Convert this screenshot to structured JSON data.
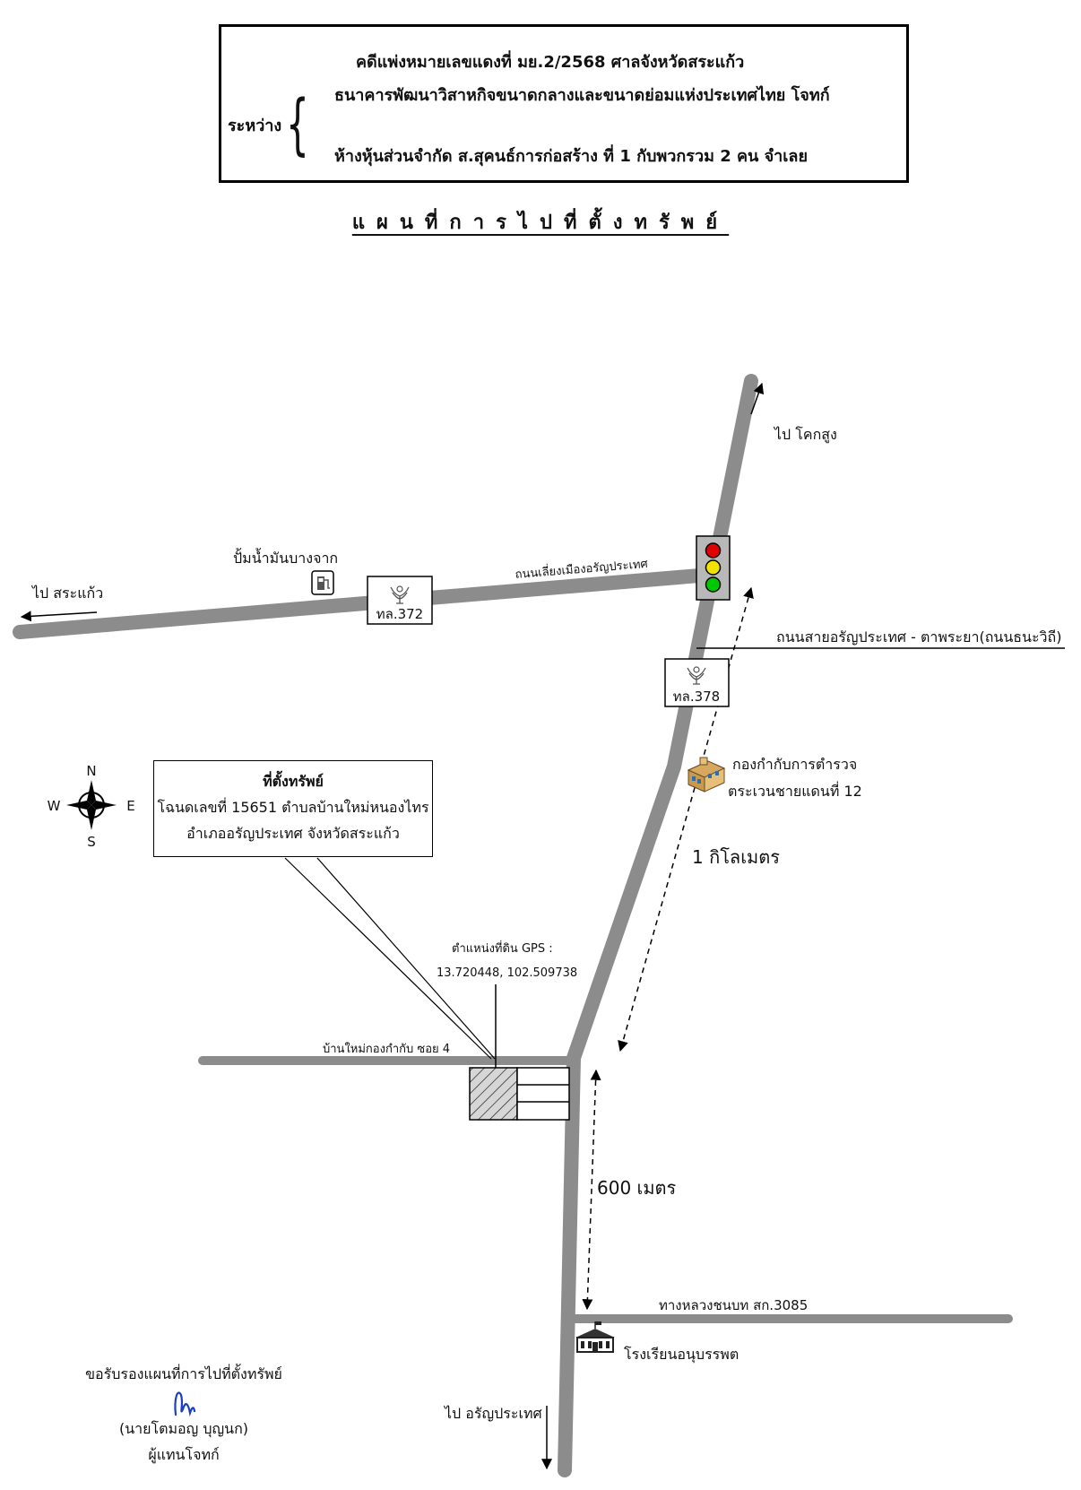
{
  "case_box": {
    "case_line": "คดีแพ่งหมายเลขแดงที่  มย.2/2568   ศาลจังหวัดสระแก้ว",
    "between_label": "ระหว่าง",
    "plaintiff_line": "ธนาคารพัฒนาวิสาหกิจขนาดกลางและขนาดย่อมแห่งประเทศไทย  โจทก์",
    "defendant_line": "ห้างหุ้นส่วนจำกัด ส.สุคนธ์การก่อสร้าง  ที่  1  กับพวกรวม 2 คน   จำเลย"
  },
  "map_title": "แผนที่การไปที่ตั้งทรัพย์",
  "places": {
    "to_khok_sung": "ไป โคกสูง",
    "to_sa_kaeo": "ไป สระแก้ว",
    "gas_station": "ปั้มน้ำมันบางจาก",
    "bypass_road": "ถนนเลี่ยงเมืองอรัญประเทศ",
    "route_372": "ทล.372",
    "route_378": "ทล.378",
    "aranyaprathet_road": "ถนนสายอรัญประเทศ - ตาพระยา(ถนนธนะวิถี)",
    "police_line1": "กองกำกับการตำรวจ",
    "police_line2": "ตระเวนชายแดนที่ 12",
    "distance_1km": "1 กิโลเมตร",
    "gps_line1": "ตำแหน่งที่ดิน GPS :",
    "gps_line2": "13.720448, 102.509738",
    "soi_road": "บ้านใหม่กองกำกับ ซอย 4",
    "distance_600m": "600 เมตร",
    "rural_road": "ทางหลวงชนบท สก.3085",
    "school": "โรงเรียนอนุบรรพต",
    "to_aranyaprathet": "ไป อรัญประเทศ"
  },
  "compass": {
    "n": "N",
    "s": "S",
    "e": "E",
    "w": "W"
  },
  "property_callout": {
    "title": "ที่ตั้งทรัพย์",
    "line1": "โฉนดเลขที่ 15651 ตำบลบ้านใหม่หนองไทร",
    "line2": "อำเภออรัญประเทศ จังหวัดสระแก้ว"
  },
  "signature": {
    "certify": "ขอรับรองแผนที่การไปที่ตั้งทรัพย์",
    "name": "(นายโตมอญ    บุญนก)",
    "role": "ผู้แทนโจทก์"
  },
  "colors": {
    "road": "#8c8c8c",
    "light_red": "#e00000",
    "light_yellow": "#f2e200",
    "light_green": "#00c800",
    "ink": "#1a3fbf"
  }
}
